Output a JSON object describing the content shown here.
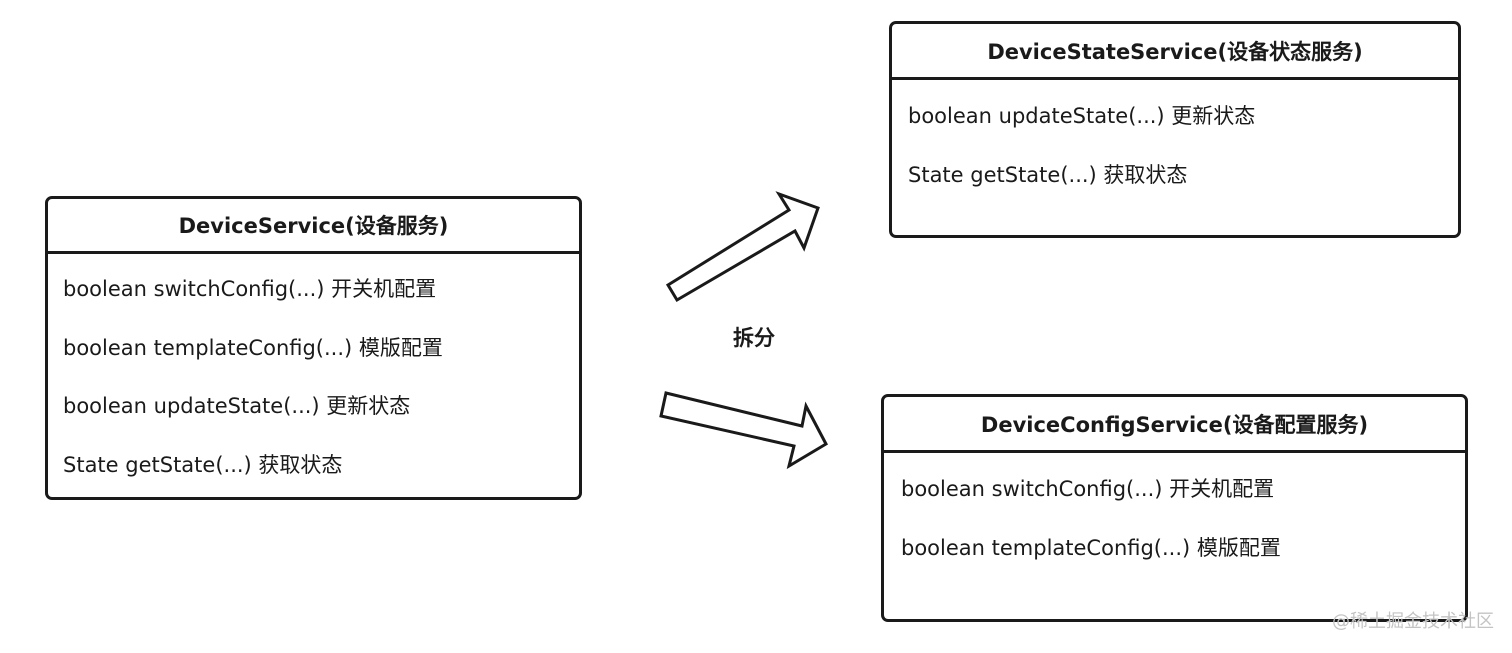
{
  "diagram": {
    "source": {
      "title": "DeviceService(设备服务)",
      "methods": [
        "boolean switchConfig(...) 开关机配置",
        "boolean templateConfig(...) 模版配置",
        "boolean updateState(...) 更新状态",
        "State getState(...) 获取状态"
      ]
    },
    "targets": [
      {
        "title": "DeviceStateService(设备状态服务)",
        "methods": [
          "boolean updateState(...) 更新状态",
          "State getState(...) 获取状态"
        ]
      },
      {
        "title": "DeviceConfigService(设备配置服务)",
        "methods": [
          "boolean switchConfig(...) 开关机配置",
          "boolean templateConfig(...) 模版配置"
        ]
      }
    ],
    "split_label": "拆分"
  },
  "watermark": "@稀土掘金技术社区",
  "colors": {
    "stroke": "#1a1a1a",
    "background": "#ffffff",
    "watermark": "#c4c4c4"
  }
}
